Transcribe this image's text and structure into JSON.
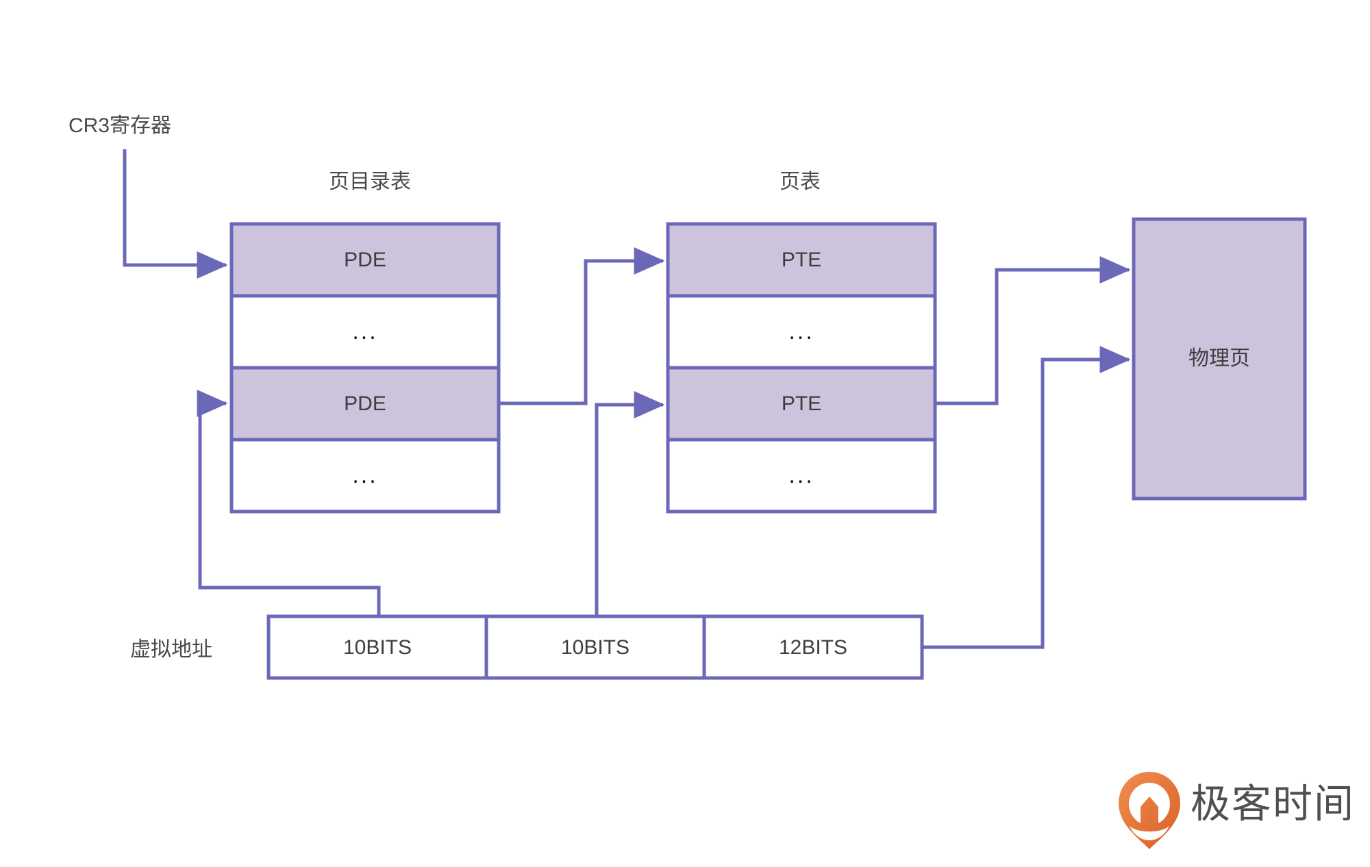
{
  "diagram": {
    "title_hidden": "",
    "labels": {
      "cr3_register": "CR3寄存器",
      "page_directory_table": "页目录表",
      "page_table": "页表",
      "virtual_address": "虚拟地址",
      "physical_page": "物理页"
    },
    "page_directory_rows": [
      {
        "text": "PDE",
        "filled": true
      },
      {
        "text": "...",
        "filled": false
      },
      {
        "text": "PDE",
        "filled": true
      },
      {
        "text": "...",
        "filled": false
      }
    ],
    "page_table_rows": [
      {
        "text": "PTE",
        "filled": true
      },
      {
        "text": "...",
        "filled": false
      },
      {
        "text": "PTE",
        "filled": true
      },
      {
        "text": "...",
        "filled": false
      }
    ],
    "virtual_address_fields": [
      {
        "text": "10BITS"
      },
      {
        "text": "10BITS"
      },
      {
        "text": "12BITS"
      }
    ],
    "colors": {
      "accent": "#6b68b8",
      "fill": "#cdc3dd",
      "text": "#3d3d3d",
      "background": "#ffffff",
      "logo_orange": "#e8743b"
    }
  },
  "watermark": {
    "brand_text": "极客时间",
    "logo_icon": "geektime-pin-logo"
  }
}
